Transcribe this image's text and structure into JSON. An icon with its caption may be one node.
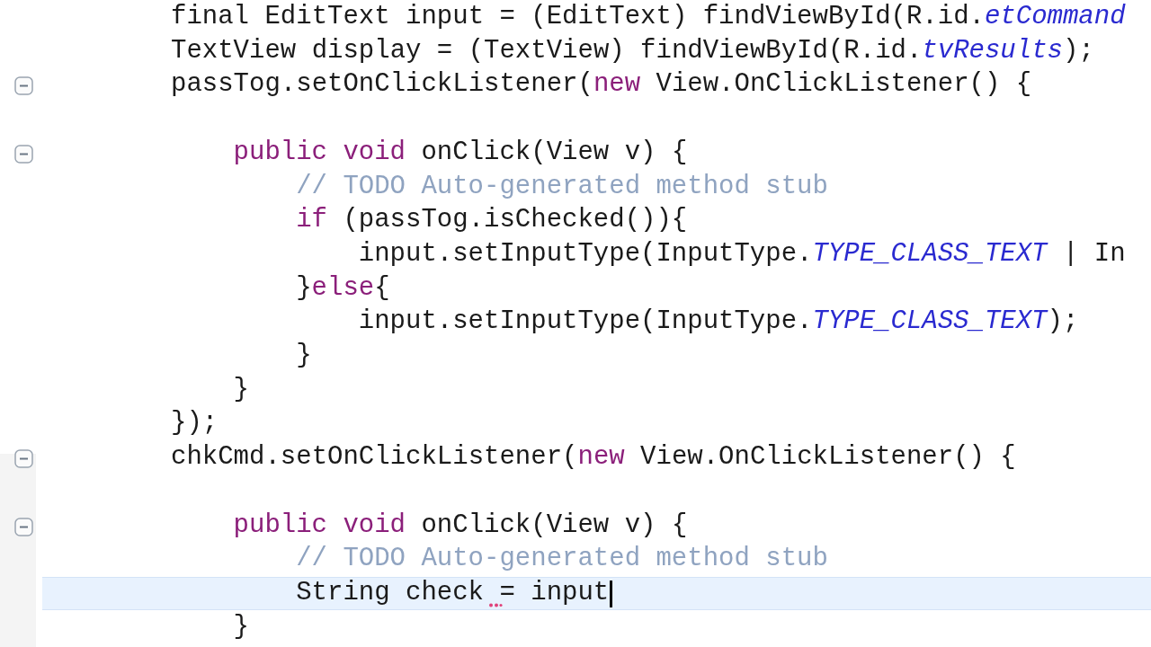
{
  "diagram": {
    "labels": [
      "final EditText input = (EditText) findViewById(R.id.*etCommand*",
      "TextView display = (TextView) findViewById(R.id.*tvResults*);",
      "passTog.setOnClickListener(**new** View.OnClickListener() {",
      "**public void** onClick(View v) {",
      "// TODO Auto-generated method stub",
      "**if** (passTog.isChecked()){",
      "input.setInputType(InputType.*TYPE_CLASS_TEXT* | In",
      "}**else**{",
      "input.setInputType(InputType.*TYPE_CLASS_TEXT*);",
      "}",
      "}",
      "});",
      "chkCmd.setOnClickListener(**new** View.OnClickListener() {",
      "**public void** onClick(View v) {",
      "// TODO Auto-generated method stub",
      "String check = input",
      "}"
    ]
  }
}
